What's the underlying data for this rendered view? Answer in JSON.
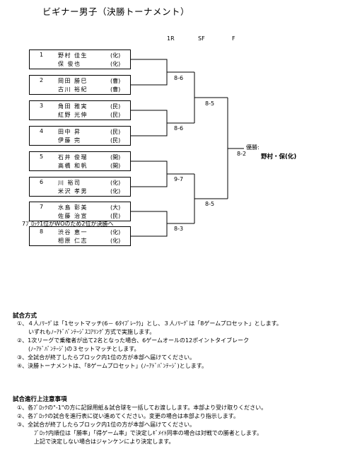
{
  "title": "ビギナー男子（決勝トーナメント）",
  "rounds": [
    "1R",
    "SF",
    "F"
  ],
  "entries": [
    {
      "no": "1",
      "names": [
        "野村 佳生",
        "保 俊也"
      ],
      "affs": [
        "(化)",
        "(化)"
      ]
    },
    {
      "no": "2",
      "names": [
        "岡田 勝巳",
        "古川 裕紀"
      ],
      "affs": [
        "(曹)",
        "(曹)"
      ]
    },
    {
      "no": "3",
      "names": [
        "角田 雅実",
        "紅野 光伸"
      ],
      "affs": [
        "(民)",
        "(民)"
      ]
    },
    {
      "no": "4",
      "names": [
        "田中 昇",
        "伊藤 完"
      ],
      "affs": [
        "(民)",
        "(民)"
      ]
    },
    {
      "no": "5",
      "names": [
        "石井 俊瑠",
        "高橋 和帆"
      ],
      "affs": [
        "(開)",
        "(開)"
      ]
    },
    {
      "no": "6",
      "names": [
        "川 裕司",
        "米沢 孝男"
      ],
      "affs": [
        "(化)",
        "(化)"
      ]
    },
    {
      "no": "7",
      "names": [
        "水島 彰美",
        "佐藤 治宣"
      ],
      "affs": [
        "(大)",
        "(民)"
      ]
    },
    {
      "no": "8",
      "names": [
        "渋谷 恵一",
        "相原 仁志"
      ],
      "affs": [
        "(化)",
        "(化)"
      ]
    }
  ],
  "scores": {
    "r1_top": "8-6",
    "r1_2": "8-6",
    "r1_3": "9-7",
    "r1_bottom": "8-3",
    "sf_top": "8-5",
    "sf_bottom": "8-5",
    "final": "8-2"
  },
  "winner": {
    "label": "優勝:",
    "name": "野村・保(化)"
  },
  "block_note": "7ﾌﾞﾛｯｸ1位がWOのため2位が決勝へ",
  "rules": {
    "heading": "試合方式",
    "items": [
      "①、４人ﾉﾘｰｸﾞは「1セットマッチ(6－ 6ﾀｲﾌﾞﾚｰｸ)」とし、３人ﾉﾘｰｸﾞは「8ゲームプロセット」とします。",
      "いずれもﾉｰｱﾄﾞﾊﾞﾝﾃｰｼﾞｽｺｱﾘﾝｸﾞ方式で実施します。",
      "②、1次リーグで乗権者が出て2名となった場合、6ゲームオールの12ポイントタイブレーク",
      "(ﾉｰｱﾄﾞﾊﾞﾝﾃｰｼﾞ)の３セットマッチとします。",
      "③、全試合が終了したらブロック内1位の方が本部へ届けてください。",
      "④、決勝トーナメントは、「8ゲームプロセット」(ﾉｰｱﾄﾞﾊﾞﾝﾃｰｼﾞ)とします。"
    ]
  },
  "progress": {
    "heading": "試合進行上注意事項",
    "items": [
      "①、各ﾌﾞﾛｯｸの\"-1\"の方に記録用紙＆試合球を一括してお渡しします。本部より受け取りください。",
      "②、各ﾌﾞﾛｯｸの試合を進行表に従い進めてください。変更の場合は本部より指示します。",
      "③、全試合が終了したらブロック内1位の方が本部へ届けてください。",
      "ﾌﾞﾛｯｸ内順位は「勝率」「得ゲーム率」で決定しｷﾞﾒｲﾄ同率の場合は対戦での勝者とします。",
      "上記で決定しない場合はジャンケンにより決定します。"
    ]
  }
}
